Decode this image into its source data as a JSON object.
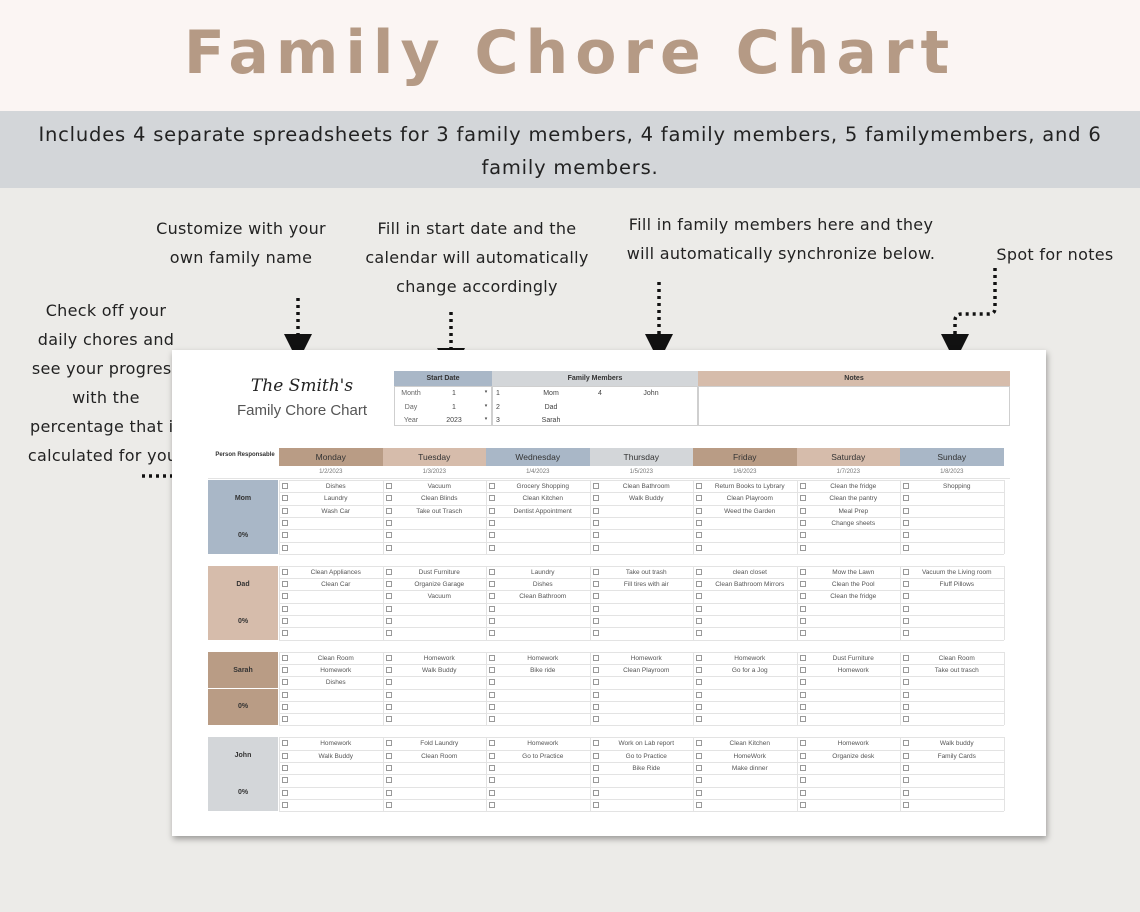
{
  "title": "Family Chore Chart",
  "subtitle": "Includes 4 separate spreadsheets for 3 family members, 4 family members, 5 familymembers, and 6 family members.",
  "callouts": {
    "family_name": "Customize with your own family name",
    "start_date": "Fill in start date and the calendar will automatically change accordingly",
    "members": "Fill in family members here and they will automatically synchronize below.",
    "notes": "Spot for notes",
    "progress": "Check off your daily chores and see your progress with the percentage that is calculated for you!"
  },
  "sheet": {
    "family_name": "The Smith's",
    "family_sub": "Family Chore Chart",
    "start_date": {
      "header": "Start Date",
      "rows": [
        {
          "label": "Month",
          "value": "1"
        },
        {
          "label": "Day",
          "value": "1"
        },
        {
          "label": "Year",
          "value": "2023"
        }
      ]
    },
    "family_members": {
      "header": "Family Members",
      "rows": [
        {
          "n": "1",
          "name": "Mom",
          "n2": "4",
          "name2": "John"
        },
        {
          "n": "2",
          "name": "Dad",
          "n2": "",
          "name2": ""
        },
        {
          "n": "3",
          "name": "Sarah",
          "n2": "",
          "name2": ""
        }
      ]
    },
    "notes_header": "Notes",
    "person_responsible": "Person Responsable",
    "days": [
      "Monday",
      "Tuesday",
      "Wednesday",
      "Thursday",
      "Friday",
      "Saturday",
      "Sunday"
    ],
    "dates": [
      "1/2/2023",
      "1/3/2023",
      "1/4/2023",
      "1/5/2023",
      "1/6/2023",
      "1/7/2023",
      "1/8/2023"
    ],
    "day_colors": [
      "#b99c85",
      "#d6bcab",
      "#a9b7c7",
      "#d3d6d9",
      "#b99c85",
      "#d6bcab",
      "#a9b7c7"
    ],
    "people": [
      {
        "name": "Mom",
        "percent": "0%",
        "color": "#a9b7c7",
        "chores": [
          [
            "Dishes",
            "Vacuum",
            "Grocery Shopping",
            "Clean Bathroom",
            "Return Books to Lybrary",
            "Clean the fridge",
            "Shopping"
          ],
          [
            "Laundry",
            "Clean Blinds",
            "Clean Kitchen",
            "Walk Buddy",
            "Clean Playroom",
            "Clean the pantry",
            ""
          ],
          [
            "Wash Car",
            "Take out Trasch",
            "Dentist Appointment",
            "",
            "Weed the Garden",
            "Meal Prep",
            ""
          ],
          [
            "",
            "",
            "",
            "",
            "",
            "Change sheets",
            ""
          ],
          [
            "",
            "",
            "",
            "",
            "",
            "",
            ""
          ],
          [
            "",
            "",
            "",
            "",
            "",
            "",
            ""
          ]
        ]
      },
      {
        "name": "Dad",
        "percent": "0%",
        "color": "#d6bcab",
        "chores": [
          [
            "Clean Appliances",
            "Dust Furniture",
            "Laundry",
            "Take out trash",
            "clean closet",
            "Mow the Lawn",
            "Vacuum the Living room"
          ],
          [
            "Clean Car",
            "Organize Garage",
            "Dishes",
            "Fill tires with air",
            "Clean Bathroom Mirrors",
            "Clean the Pool",
            "Fluff Pillows"
          ],
          [
            "",
            "Vacuum",
            "Clean Bathroom",
            "",
            "",
            "Clean the fridge",
            ""
          ],
          [
            "",
            "",
            "",
            "",
            "",
            "",
            ""
          ],
          [
            "",
            "",
            "",
            "",
            "",
            "",
            ""
          ],
          [
            "",
            "",
            "",
            "",
            "",
            "",
            ""
          ]
        ]
      },
      {
        "name": "Sarah",
        "percent": "0%",
        "color": "#b99c85",
        "chores": [
          [
            "Clean Room",
            "Homework",
            "Homework",
            "Homework",
            "Homework",
            "Dust Furniture",
            "Clean Room"
          ],
          [
            "Homework",
            "Walk Buddy",
            "Bike ride",
            "Clean Playroom",
            "Go for a Jog",
            "Homework",
            "Take out trasch"
          ],
          [
            "Dishes",
            "",
            "",
            "",
            "",
            "",
            ""
          ],
          [
            "",
            "",
            "",
            "",
            "",
            "",
            ""
          ],
          [
            "",
            "",
            "",
            "",
            "",
            "",
            ""
          ],
          [
            "",
            "",
            "",
            "",
            "",
            "",
            ""
          ]
        ]
      },
      {
        "name": "John",
        "percent": "0%",
        "color": "#d3d6d9",
        "chores": [
          [
            "Homework",
            "Fold Laundry",
            "Homework",
            "Work on Lab report",
            "Clean Kitchen",
            "Homework",
            "Walk buddy"
          ],
          [
            "Walk Buddy",
            "Clean Room",
            "Go to Practice",
            "Go to Practice",
            "HomeWork",
            "Organize desk",
            "Family Cards"
          ],
          [
            "",
            "",
            "",
            "Bike Ride",
            "Make dinner",
            "",
            ""
          ],
          [
            "",
            "",
            "",
            "",
            "",
            "",
            ""
          ],
          [
            "",
            "",
            "",
            "",
            "",
            "",
            ""
          ],
          [
            "",
            "",
            "",
            "",
            "",
            "",
            ""
          ]
        ]
      }
    ]
  }
}
